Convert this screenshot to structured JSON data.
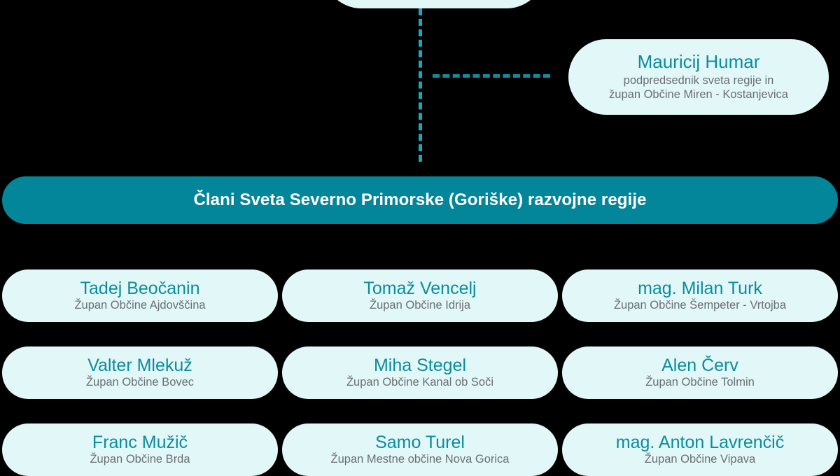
{
  "colors": {
    "accent_teal": "#0b8c9c",
    "banner_teal": "#03859a",
    "card_background": "#e2f7f8",
    "role_text": "#6b6f72",
    "connector": "#13aabb",
    "page_background": "#000000"
  },
  "top_card": {
    "note": "clipped above viewport - no text visible"
  },
  "vice_president": {
    "name": "Mauricij Humar",
    "role_line_1": "podpredsednik sveta regije in",
    "role_line_2": "župan Občine Miren - Kostanjevica"
  },
  "banner": {
    "text": "Člani Sveta Severno Primorske (Goriške) razvojne regije"
  },
  "members": [
    {
      "name": "Tadej Beočanin",
      "role": "Župan Občine Ajdovščina"
    },
    {
      "name": "Tomaž Vencelj",
      "role": "Župan Občine Idrija"
    },
    {
      "name": "mag. Milan Turk",
      "role": "Župan Občine Šempeter - Vrtojba"
    },
    {
      "name": "Valter Mlekuž",
      "role": "Župan Občine Bovec"
    },
    {
      "name": "Miha Stegel",
      "role": "Župan Občine Kanal ob Soči"
    },
    {
      "name": "Alen Červ",
      "role": "Župan Občine Tolmin"
    },
    {
      "name": "Franc Mužič",
      "role": "Župan Občine Brda"
    },
    {
      "name": "Samo Turel",
      "role": "Župan Mestne občine Nova Gorica"
    },
    {
      "name": "mag. Anton Lavrenčič",
      "role": "Župan Občine Vipava"
    }
  ]
}
